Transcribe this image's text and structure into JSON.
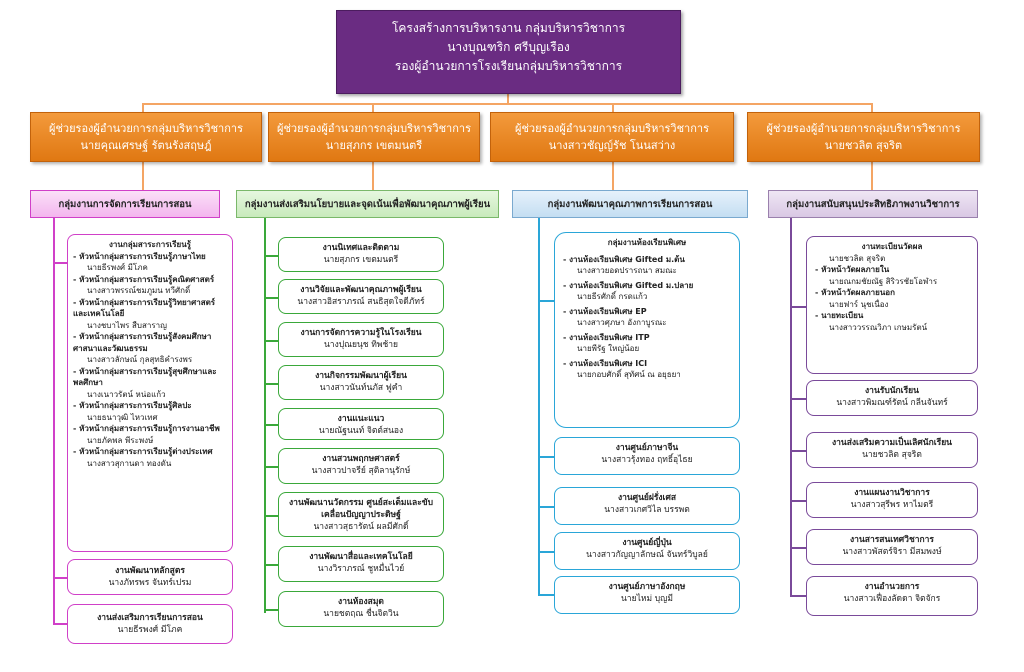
{
  "top": {
    "title": "โครงสร้างการบริหารงาน กลุ่มบริหารวิชาการ",
    "name": "นางบุณฑริก ศรีบุญเรือง",
    "position": "รองผู้อำนวยการโรงเรียนกลุ่มบริหารวิชาการ"
  },
  "assistants": [
    {
      "role": "ผู้ช่วยรองผู้อำนวยการกลุ่มบริหารวิชาการ",
      "name": "นายคุณเศรษฐ์  รัตนรังสฤษฎ์"
    },
    {
      "role": "ผู้ช่วยรองผู้อำนวยการกลุ่มบริหารวิชาการ",
      "name": "นายสุภกร  เขตมนตรี"
    },
    {
      "role": "ผู้ช่วยรองผู้อำนวยการกลุ่มบริหารวิชาการ",
      "name": "นางสาวชัญญ์รัช  โนนสว่าง"
    },
    {
      "role": "ผู้ช่วยรองผู้อำนวยการกลุ่มบริหารวิชาการ",
      "name": "นายชวลิต  สุจริต"
    }
  ],
  "col1": {
    "group": "กลุ่มงานการจัดการเรียนการสอน",
    "list_title": "งานกลุ่มสาระการเรียนรู้",
    "list": [
      {
        "head": "- หัวหน้ากลุ่มสาระการเรียนรู้ภาษาไทย",
        "name": "นายธีรพงศ์ มีโภค"
      },
      {
        "head": "- หัวหน้ากลุ่มสาระการเรียนรู้คณิตศาสตร์",
        "name": "นางสาวพรรณ์ชมภูมน ทวีศักดิ์"
      },
      {
        "head": "- หัวหน้ากลุ่มสาระการเรียนรู้วิทยาศาสตร์และเทคโนโลยี",
        "name": "นางชบาไพร  สืบสาราญ"
      },
      {
        "head": "- หัวหน้ากลุ่มสาระการเรียนรู้สังคมศึกษา ศาสนาและวัฒนธรรม",
        "name": "นางสาวลักษณ์  กุลสุทธิคำรงพร"
      },
      {
        "head": "- หัวหน้ากลุ่มสาระการเรียนรู้สุขศึกษาและพลศึกษา",
        "name": "นางเนาวรัตน์  หน่อแก้ว"
      },
      {
        "head": "- หัวหน้ากลุ่มสาระการเรียนรู้ศิลปะ",
        "name": "นายธนาวุฒิ  ไหวเทศ"
      },
      {
        "head": "- หัวหน้ากลุ่มสาระการเรียนรู้การงานอาชีพ",
        "name": "นายภัคพล  พีระพงษ์"
      },
      {
        "head": "- หัวหน้ากลุ่มสาระการเรียนรู้ต่างประเทศ",
        "name": "นางสาวสุกานดา  ทองดัน"
      }
    ],
    "boxes": [
      {
        "title": "งานพัฒนาหลักสูตร",
        "name": "นางภัทรพร  จันทร์เปรม"
      },
      {
        "title": "งานส่งเสริมการเรียนการสอน",
        "name": "นายธีรพงศ์  มีโภค"
      }
    ]
  },
  "col2": {
    "group": "กลุ่มงานส่งเสริมนโยบายและจุดเน้นเพื่อพัฒนาคุณภาพผู้เรียน",
    "boxes": [
      {
        "title": "งานนิเทศและติดตาม",
        "name": "นายสุภกร  เขตมนตรี"
      },
      {
        "title": "งานวิจัยและพัฒนาคุณภาพผู้เรียน",
        "name": "นางสาวอิสราภรณ์ สนธิสุดใจดีภัทร์"
      },
      {
        "title": "งานการจัดการความรู้ในโรงเรียน",
        "name": "นางปุณยนุช ทิพช้าย"
      },
      {
        "title": "งานกิจกรรมพัฒนาผู้เรียน",
        "name": "นางสาวนันท์นภัส  ฟูคำ"
      },
      {
        "title": "งานแนะแนว",
        "name": "นายณัฐนนท์ จิตต์สนอง"
      },
      {
        "title": "งานสวนพฤกษศาสตร์",
        "name": "นางสาวปาจรีย์  สุติลานุรักษ์"
      },
      {
        "title": "งานพัฒนานวัตกรรม ศูนย์สะเต็มและขับเคลื่อนปัญญาประดิษฐ์",
        "name": "นางสาวสุธารัตน์  ผลมีศักดิ์"
      },
      {
        "title": "งานพัฒนาสื่อและเทคโนโลยี",
        "name": "นางวิราภรณ์  ชูหมื่นไวย์"
      },
      {
        "title": "งานห้องสมุด",
        "name": "นายชตฤณ  ชื่นจิตวิน"
      }
    ]
  },
  "col3": {
    "group": "กลุ่มงานพัฒนาคุณภาพการเรียนการสอน",
    "list_title": "กลุ่มงานห้องเรียนพิเศษ",
    "list": [
      {
        "head": "- งานห้องเรียนพิเศษ Gifted ม.ต้น",
        "name": "นางสาวยอดปรารถนา  สมณะ"
      },
      {
        "head": "- งานห้องเรียนพิเศษ Gifted ม.ปลาย",
        "name": "นายธีรศักดิ์  กรดแก้ว"
      },
      {
        "head": "- งานห้องเรียนพิเศษ EP",
        "name": "นางสาวศุภษา  อังกาบูรณะ"
      },
      {
        "head": "- งานห้องเรียนพิเศษ ITP",
        "name": "นายพีรัฐ  ใหญ่น้อย"
      },
      {
        "head": "- งานห้องเรียนพิเศษ ICI",
        "name": "นายกอบศักดิ์  สุทัศน์ ณ อยุธยา"
      }
    ],
    "boxes": [
      {
        "title": "งานศูนย์ภาษาจีน",
        "name": "นางสาวรุ้งทอง  ฤทธิ์อุไธย"
      },
      {
        "title": "งานศูนย์ฝรั่งเศส",
        "name": "นางสาวเกศวิไล  บรรพต"
      },
      {
        "title": "งานศูนย์ญี่ปุ่น",
        "name": "นางสาวกัญญาลักษณ์  จันทร์วิบูลย์"
      },
      {
        "title": "งานศูนย์ภาษาอังกฤษ",
        "name": "นายไหม่  บุญมี"
      }
    ]
  },
  "col4": {
    "group": "กลุ่มงานสนับสนุนประสิทธิภาพงานวิชาการ",
    "list_title": "งานทะเบียนวัดผล",
    "list": [
      {
        "head": "",
        "name": "นายชวลิต  สุจริต"
      },
      {
        "head": "- หัวหน้าวัดผลภายใน",
        "name": "นายณกมชัยณัฐ  สิริวรชัยโอฬาร"
      },
      {
        "head": "- หัวหน้าวัดผลภายนอก",
        "name": "นายฟาร์  นุชเนื่อง"
      },
      {
        "head": "- นายทะเบียน",
        "name": "นางสาววรรณวิภา  เกษมรัตน์"
      }
    ],
    "boxes": [
      {
        "title": "งานรับนักเรียน",
        "name": "นางสาวพิมณฑ์รัตน์  กลีนจันทร์"
      },
      {
        "title": "งานส่งเสริมความเป็นเลิศนักเรียน",
        "name": "นายชวลิต  สุจริต"
      },
      {
        "title": "งานแผนงานวิชาการ",
        "name": "นางสาวสุรีพร  หาไมตรี"
      },
      {
        "title": "งานสารสนเทศวิชาการ",
        "name": "นางสาวพัสตร์จิรา  มีสมพงษ์"
      },
      {
        "title": "งานอำนวยการ",
        "name": "นางสาวเฟื่องลัดดา  จิตจักร"
      }
    ]
  },
  "colors": {
    "top": "#6a2c82",
    "assistant": "#f08a24",
    "col1": "#d040c8",
    "col2": "#3aa83a",
    "col3": "#2aa6d8",
    "col4": "#7a4a9a"
  }
}
